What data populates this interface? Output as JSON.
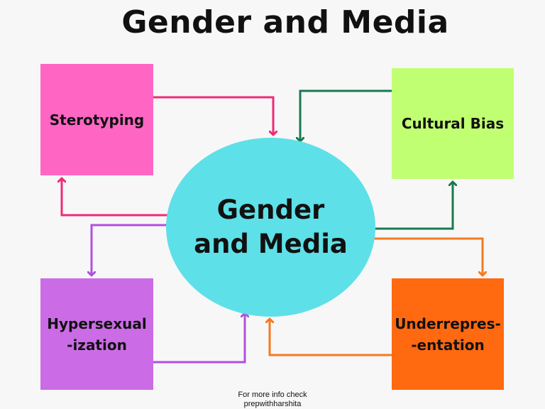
{
  "title": "Gender and Media",
  "center": {
    "label": "Gender\nand Media",
    "color": "#5ee0e8"
  },
  "nodes": {
    "stereotyping": {
      "label": "Sterotyping",
      "color": "#ff66c4"
    },
    "cultural_bias": {
      "label": "Cultural Bias",
      "color": "#c1ff72"
    },
    "hypersexualization": {
      "label": "Hypersexual\n-ization",
      "color": "#cb6ce6"
    },
    "underrepresentation": {
      "label": "Underrepres-\n-entation",
      "color": "#ff6910"
    }
  },
  "connector_colors": {
    "stereotyping": "#ee2c74",
    "cultural_bias": "#1a7a50",
    "hypersexualization": "#b04fe0",
    "underrepresentation": "#f57a1e"
  },
  "footer": {
    "line1": "For more info check",
    "line2": "prepwithharshita"
  }
}
